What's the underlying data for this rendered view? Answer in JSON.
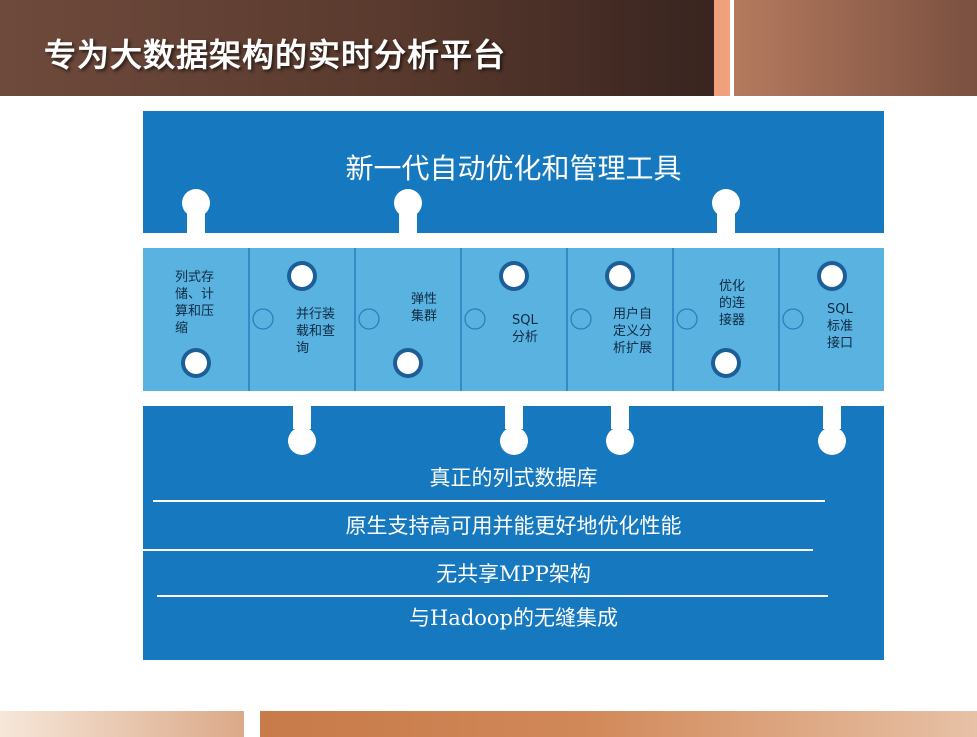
{
  "slide": {
    "title": "专为大数据架构的实时分析平台"
  },
  "panel": {
    "title": "新一代自动优化和管理工具",
    "puzzle_pieces": [
      {
        "lines": [
          "列式存",
          "储、计",
          "算和压",
          "缩"
        ]
      },
      {
        "lines": [
          "并行装",
          "载和查",
          "询"
        ]
      },
      {
        "lines": [
          "弹性",
          "集群"
        ]
      },
      {
        "lines": [
          "SQL",
          "分析"
        ]
      },
      {
        "lines": [
          "用户自",
          "定义分",
          "析扩展"
        ]
      },
      {
        "lines": [
          "优化",
          "的连",
          "接器"
        ]
      },
      {
        "lines": [
          "SQL",
          "标准",
          "接口"
        ]
      }
    ],
    "features": [
      "真正的列式数据库",
      "原生支持高可用并能更好地优化性能",
      "无共享MPP架构",
      "与Hadoop的无缝集成"
    ]
  },
  "colors": {
    "panel_blue": "#1678be",
    "piece_light": "#5ab2e0",
    "piece_dark": "#1c5f98",
    "header_brown": "#5a3a2e",
    "accent_orange": "#f0a07a"
  }
}
